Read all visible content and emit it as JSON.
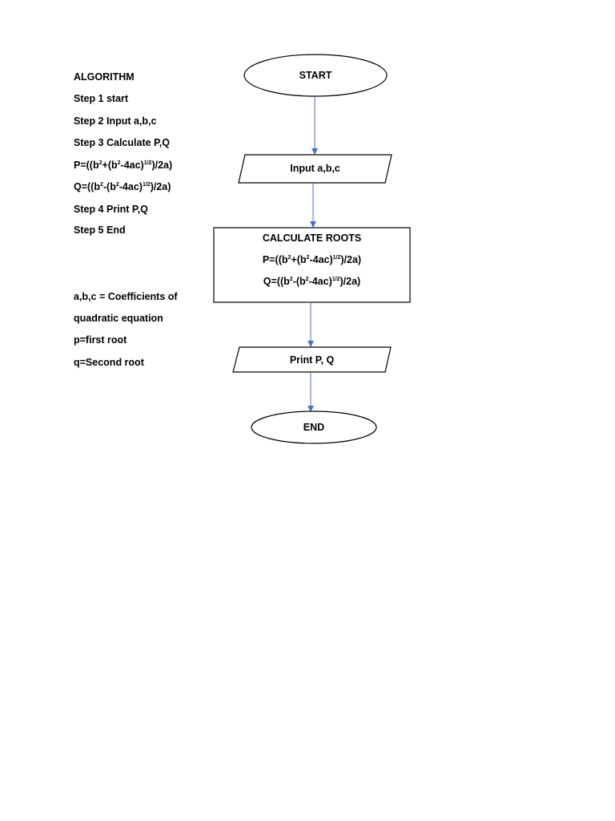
{
  "algorithm": {
    "heading": "ALGORITHM",
    "step1": "Step 1 start",
    "step2": "Step 2 Input a,b,c",
    "step3": "Step 3 Calculate P,Q",
    "p_formula": {
      "pre": "P=((b",
      "exp1": "2",
      "mid1": "+(b",
      "exp2": "2",
      "mid2": "-4ac)",
      "exp3": "1/2",
      "post": ")/2a)"
    },
    "q_formula": {
      "pre": "Q=((b",
      "exp1": "2",
      "mid1": "-(b",
      "exp2": "2",
      "mid2": "-4ac)",
      "exp3": "1/2",
      "post": ")/2a)"
    },
    "step4": "Step 4 Print P,Q",
    "step5": "Step 5 End"
  },
  "legend": {
    "line1": "a,b,c = Coefficients of",
    "line2": "quadratic  equation",
    "line3": "p=first root",
    "line4": "q=Second root"
  },
  "flowchart": {
    "start_label": "START",
    "input_label": "Input a,b,c",
    "process_title": "CALCULATE ROOTS",
    "process_p": {
      "pre": "P=((b",
      "exp1": "2",
      "mid1": "+(b",
      "exp2": "2",
      "mid2": "-4ac)",
      "exp3": "1/2",
      "post": ")/2a)"
    },
    "process_q": {
      "pre": "Q=((b",
      "exp1": "2",
      "mid1": "-(b",
      "exp2": "2",
      "mid2": "-4ac)",
      "exp3": "1/2",
      "post": ")/2a)"
    },
    "output_label": "Print P, Q",
    "end_label": "END",
    "arrow_color": "#4472c4"
  }
}
